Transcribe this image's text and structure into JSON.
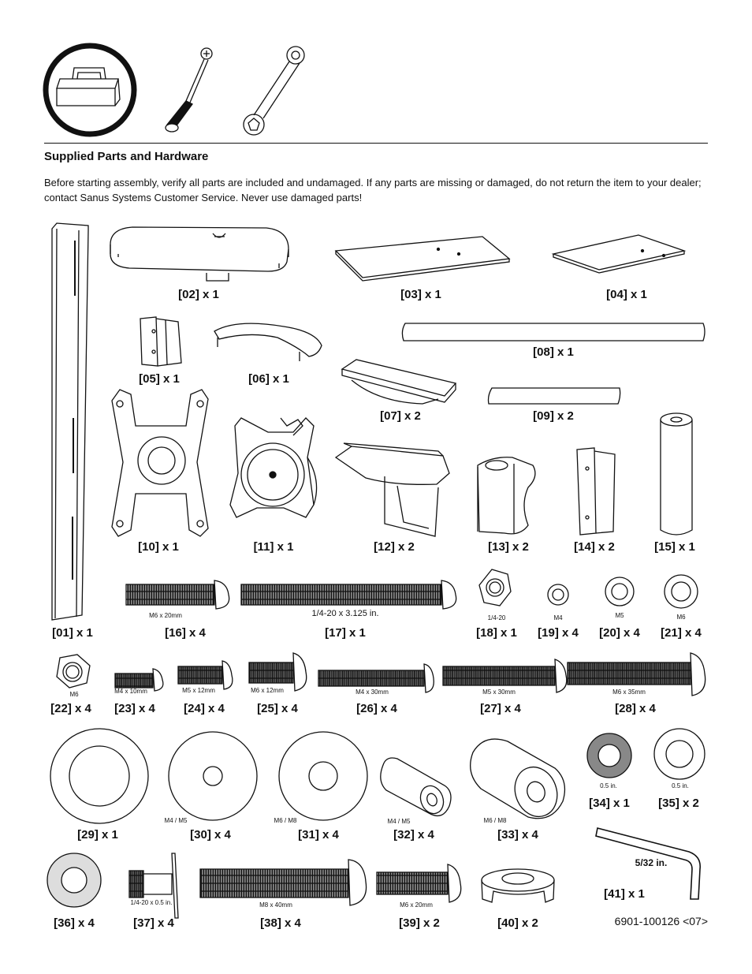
{
  "heading": "Supplied Parts and Hardware",
  "intro": "Before starting assembly, verify all parts are included and undamaged. If any parts are missing or damaged, do not return the item to your dealer; contact Sanus Systems Customer Service.  Never use damaged parts!",
  "doc_number": "6901-100126 <07>",
  "labels": {
    "p01": "[01] x 1",
    "p02": "[02] x 1",
    "p03": "[03] x 1",
    "p04": "[04] x 1",
    "p05": "[05] x 1",
    "p06": "[06] x 1",
    "p07": "[07] x 2",
    "p08": "[08] x 1",
    "p09": "[09] x 2",
    "p10": "[10] x 1",
    "p11": "[11] x 1",
    "p12": "[12] x 2",
    "p13": "[13] x 2",
    "p14": "[14] x 2",
    "p15": "[15] x 1",
    "p16": "[16] x 4",
    "p17": "[17] x 1",
    "p18": "[18] x 1",
    "p19": "[19] x 4",
    "p20": "[20] x 4",
    "p21": "[21] x 4",
    "p22": "[22] x 4",
    "p23": "[23] x 4",
    "p24": "[24] x 4",
    "p25": "[25] x 4",
    "p26": "[26] x 4",
    "p27": "[27] x 4",
    "p28": "[28] x 4",
    "p29": "[29] x 1",
    "p30": "[30] x 4",
    "p31": "[31] x 4",
    "p32": "[32] x 4",
    "p33": "[33] x 4",
    "p34": "[34] x 1",
    "p35": "[35] x 2",
    "p36": "[36] x 4",
    "p37": "[37] x 4",
    "p38": "[38] x 4",
    "p39": "[39] x 2",
    "p40": "[40] x 2",
    "p41": "[41] x 1"
  },
  "sizes": {
    "s16": "M6 x 20mm",
    "s17": "1/4-20 x 3.125 in.",
    "s18": "1/4-20",
    "s19": "M4",
    "s20": "M5",
    "s21": "M6",
    "s22": "M6",
    "s23": "M4 x 10mm",
    "s24": "M5 x 12mm",
    "s25": "M6 x 12mm",
    "s26": "M4 x 30mm",
    "s27": "M5 x 30mm",
    "s28": "M6 x 35mm",
    "s30": "M4 / M5",
    "s31": "M6 / M8",
    "s32": "M4 / M5",
    "s33": "M6 / M8",
    "s34": "0.5 in.",
    "s35": "0.5 in.",
    "s37": "1/4-20 x 0.5 in.",
    "s38": "M8 x 40mm",
    "s39": "M6 x 20mm",
    "s41": "5/32 in."
  },
  "icons": [
    "toolbox-icon",
    "phillips-screwdriver-icon",
    "wrench-icon"
  ]
}
